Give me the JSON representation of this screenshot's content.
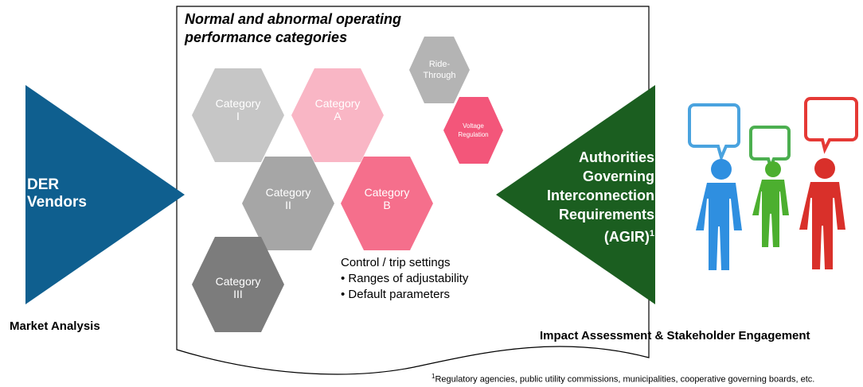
{
  "doc_title": "Normal and abnormal operating performance categories",
  "hexagons": [
    {
      "id": "cat-1",
      "line1": "Category",
      "line2": "I",
      "color": "#c6c6c6"
    },
    {
      "id": "cat-a",
      "line1": "Category",
      "line2": "A",
      "color": "#f9b6c5"
    },
    {
      "id": "cat-2",
      "line1": "Category",
      "line2": "II",
      "color": "#a6a6a6"
    },
    {
      "id": "cat-b",
      "line1": "Category",
      "line2": "B",
      "color": "#f56f8c"
    },
    {
      "id": "cat-3",
      "line1": "Category",
      "line2": "III",
      "color": "#7c7c7c"
    },
    {
      "id": "ride-through",
      "line1": "Ride-",
      "line2": "Through",
      "color": "#b4b4b4"
    },
    {
      "id": "voltage-regulation",
      "line1": "Voltage",
      "line2": "Regulation",
      "color": "#f3567a"
    }
  ],
  "settings": {
    "heading": "Control / trip settings",
    "items": [
      "• Ranges of adjustability",
      "• Default parameters"
    ]
  },
  "der": {
    "line1": "DER",
    "line2": "Vendors",
    "color": "#0f5f8f"
  },
  "agir": {
    "lines": [
      "Authorities",
      "Governing",
      "Interconnection",
      "Requirements"
    ],
    "last": "(AGIR)",
    "sup": "1",
    "color": "#1b5e20"
  },
  "market_analysis": "Market Analysis",
  "impact": "Impact Assessment & Stakeholder Engagement",
  "footnote": {
    "sup": "1",
    "text": "Regulatory agencies, public utility commissions, municipalities, cooperative governing boards, etc."
  }
}
